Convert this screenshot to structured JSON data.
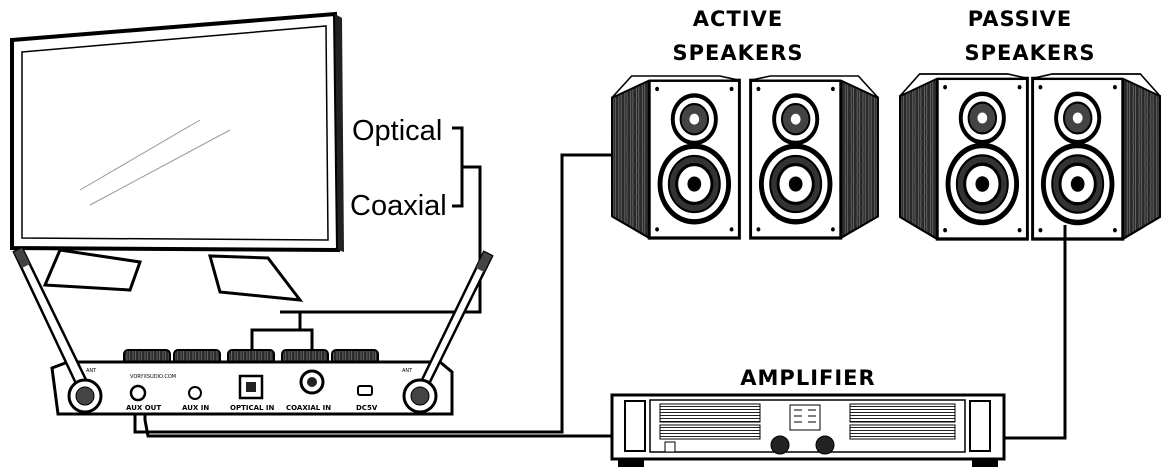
{
  "labels": {
    "active_title_1": "ACTIVE",
    "active_title_2": "SPEAKERS",
    "passive_title_1": "PASSIVE",
    "passive_title_2": "SPEAKERS",
    "amplifier_title": "AMPLIFIER",
    "optical": "Optical",
    "coaxial": "Coaxial"
  },
  "receiver": {
    "brand_url": "VORYXSUDIO.COM",
    "ant_left": "ANT",
    "ant_right": "ANT",
    "ports": [
      "AUX OUT",
      "AUX IN",
      "OPTICAL IN",
      "COAXIAL IN",
      "DC5V"
    ]
  },
  "icons": {
    "tv": "tv-icon",
    "speaker": "speaker-icon",
    "amplifier": "amplifier-icon",
    "receiver": "wireless-receiver-icon"
  }
}
